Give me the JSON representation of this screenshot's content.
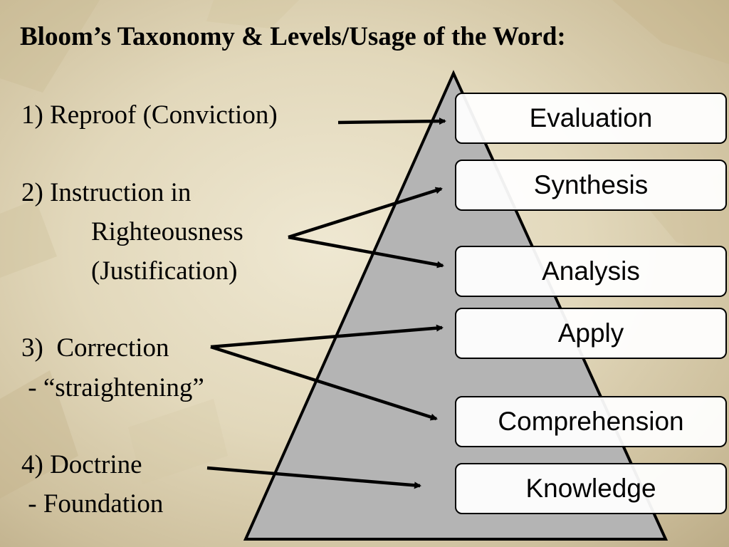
{
  "title": "Bloom’s Taxonomy & Levels/Usage of the Word:",
  "items": [
    {
      "lines": [
        "1) Reproof (Conviction)"
      ]
    },
    {
      "lines": [
        "2) Instruction in",
        "Righteousness",
        "(Justification)"
      ]
    },
    {
      "lines": [
        "3)  Correction",
        " - “straightening”"
      ]
    },
    {
      "lines": [
        "4) Doctrine",
        " - Foundation"
      ]
    }
  ],
  "pyramid": {
    "levels": [
      "Evaluation",
      "Synthesis",
      "Analysis",
      "Apply",
      "Comprehension",
      "Knowledge"
    ]
  },
  "colors": {
    "background": "#e2d8bb",
    "pyramid_fill": "#b4b4b4",
    "box_fill": "#ffffff",
    "text": "#000000"
  }
}
